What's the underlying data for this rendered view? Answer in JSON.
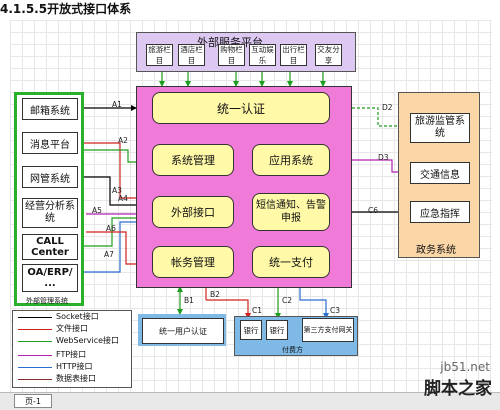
{
  "header": "4.1.5.5开放式接口体系",
  "external_platform": {
    "title": "外部服务平台",
    "items": [
      "旅游栏目",
      "酒店栏目",
      "购物栏目",
      "互动娱乐",
      "出行栏目",
      "交友分享"
    ]
  },
  "core": {
    "auth": "统一认证",
    "sys_mgmt": "系统管理",
    "app_sys": "应用系统",
    "ext_iface": "外部接口",
    "sms_alert": "短信通知、告警申报",
    "account": "帐务管理",
    "payment": "统一支付"
  },
  "external_mgmt": {
    "title": "外部管理系统",
    "items": [
      "邮箱系统",
      "消息平台",
      "网管系统",
      "经营分析系统",
      "CALL Center",
      "OA/ERP/ ..."
    ]
  },
  "gov": {
    "title": "政务系统",
    "items": [
      "旅游监管系统",
      "交通信息",
      "应急指挥"
    ]
  },
  "user_auth": "统一用户认证",
  "payers": {
    "title": "付费方",
    "items": [
      "银行",
      "银行",
      "第三方支付网关"
    ]
  },
  "legend": [
    {
      "label": "Socket接口",
      "color": "#000000"
    },
    {
      "label": "文件接口",
      "color": "#d02020"
    },
    {
      "label": "WebService接口",
      "color": "#1e9e1e"
    },
    {
      "label": "FTP接口",
      "color": "#b020b0"
    },
    {
      "label": "HTTP接口",
      "color": "#2a6ed0"
    },
    {
      "label": "数据表接口",
      "color": "#8b2a2a"
    }
  ],
  "edge_labels": {
    "a1": "A1",
    "a2": "A2",
    "a3": "A3",
    "a4": "A4",
    "a5": "A5",
    "a6": "A6",
    "a7": "A7",
    "d2": "D2",
    "d3": "D3",
    "c1": "C1",
    "c2": "C2",
    "c3": "C3",
    "b1": "B1",
    "b2": "B2",
    "c6": "C6"
  },
  "statusbar": {
    "page_tab": "页-1"
  },
  "watermark": {
    "line1": "jb51.net",
    "line2": "脚本之家"
  },
  "colors": {
    "pink": "#f07ad8",
    "yellow": "#fff9a8",
    "peach": "#fbd6a6",
    "lavender": "#dcc8f0",
    "left_green": "#2bb02b",
    "gov_orange": "#e8942a",
    "payer_blue": "#7fb9e6"
  }
}
